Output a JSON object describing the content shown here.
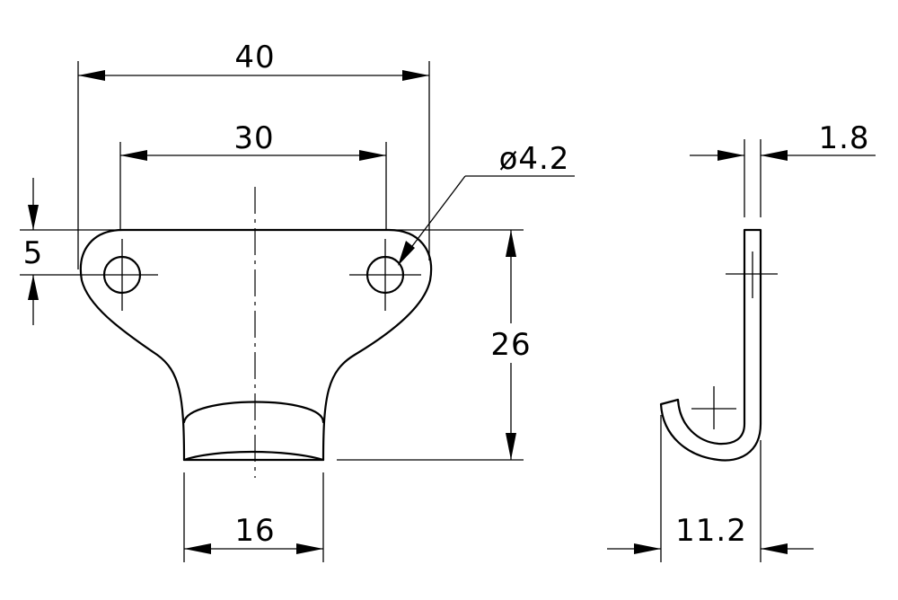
{
  "dimensions": {
    "overall_width": "40",
    "hole_spacing": "30",
    "hole_diameter": "ø4.2",
    "hole_offset": "5",
    "height": "26",
    "neck_width": "16",
    "thickness": "1.8",
    "hook_depth": "11.2"
  },
  "colors": {
    "line": "#000000",
    "background": "#ffffff"
  }
}
